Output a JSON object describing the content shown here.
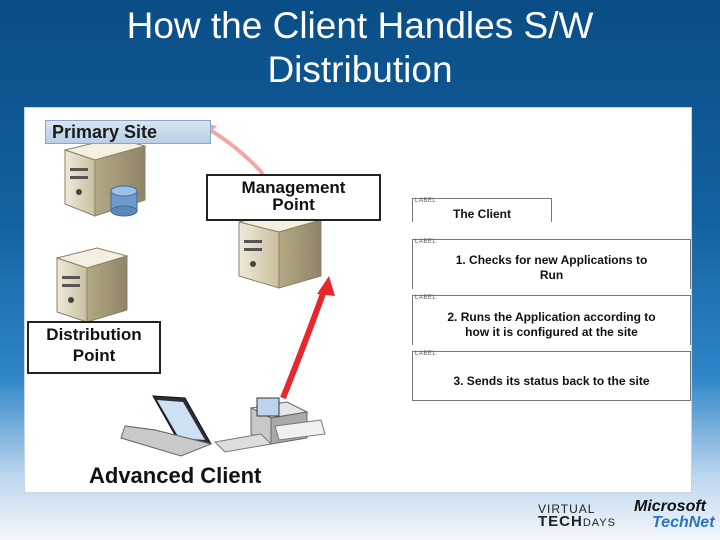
{
  "title": {
    "line1": "How the Client Handles S/W",
    "line2": "Distribution"
  },
  "diagram": {
    "primary_site": "Primary Site",
    "management_point": {
      "line1": "Management",
      "line2": "Point"
    },
    "distribution_point": {
      "line1": "Distribution",
      "line2": "Point"
    },
    "advanced_client": "Advanced Client"
  },
  "steps": {
    "tag": "LABEL",
    "client": "The Client",
    "step1": {
      "line1": "1. Checks for new Applications to",
      "line2": "Run"
    },
    "step2": {
      "line1": "2. Runs the Application according to",
      "line2": "how it is configured at the site"
    },
    "step3": "3. Sends its status back to the site"
  },
  "logos": {
    "virtual": "VIRTUAL",
    "tech": "TECH",
    "days": "DAYS",
    "microsoft": "Microsoft",
    "technet": "TechNet"
  },
  "colors": {
    "arrow": "#e8262b",
    "arrow_light": "#f2a6a6"
  }
}
